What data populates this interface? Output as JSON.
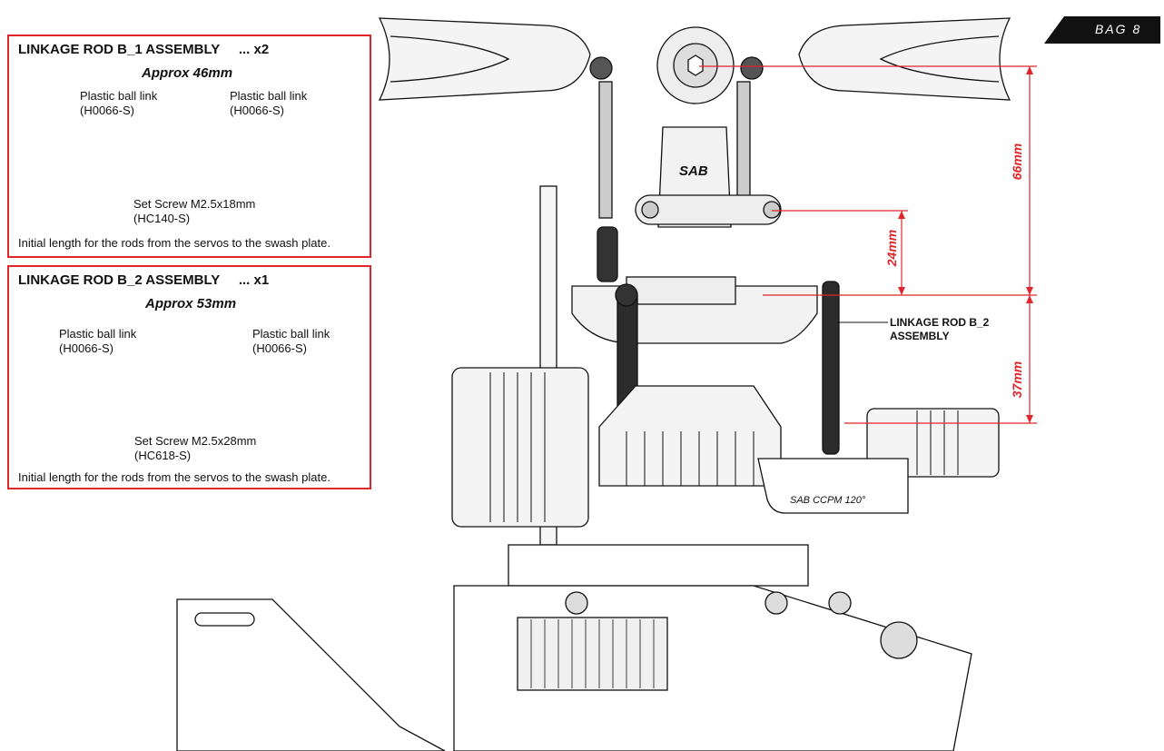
{
  "badge": {
    "label": "BAG 8"
  },
  "assembly_b1": {
    "title": "LINKAGE ROD B_1 ASSEMBLY     ... x2",
    "approx": "Approx 46mm",
    "left_link": {
      "name": "Plastic ball link",
      "part": "(H0066-S)"
    },
    "right_link": {
      "name": "Plastic ball link",
      "part": "(H0066-S)"
    },
    "screw": {
      "name": "Set Screw M2.5x18mm",
      "part": "(HC140-S)"
    },
    "note": "Initial length for the rods from the servos to the swash plate."
  },
  "assembly_b2": {
    "title": "LINKAGE ROD B_2 ASSEMBLY     ... x1",
    "approx": "Approx 53mm",
    "left_link": {
      "name": "Plastic ball link",
      "part": "(H0066-S)"
    },
    "right_link": {
      "name": "Plastic ball link",
      "part": "(H0066-S)"
    },
    "screw": {
      "name": "Set Screw M2.5x28mm",
      "part": "(HC618-S)"
    },
    "note": "Initial length for the rods from the servos to the swash plate."
  },
  "drawing": {
    "dim_66": "66mm",
    "dim_24": "24mm",
    "dim_37": "37mm",
    "callout_line1": "LINKAGE ROD B_2",
    "callout_line2": "ASSEMBLY",
    "head_logo": "SAB",
    "ccpm_label": "SAB CCPM 120°",
    "accent_color": "#e0262b"
  }
}
